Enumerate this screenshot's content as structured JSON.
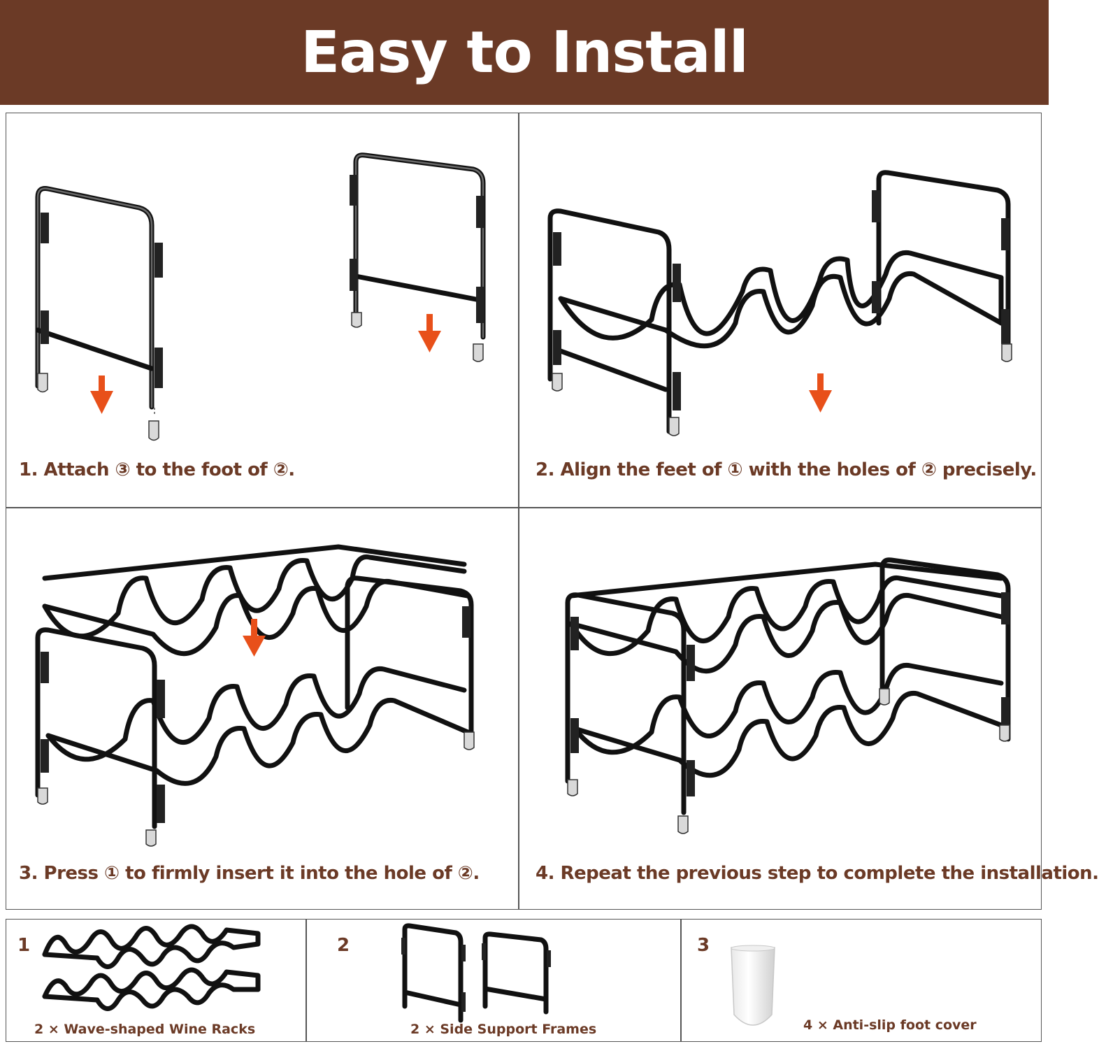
{
  "header": {
    "title": "Easy to Install"
  },
  "colors": {
    "banner": "#6b3a26",
    "text_brown": "#6b3a26",
    "arrow": "#e8501a"
  },
  "steps": [
    {
      "label": "1. Attach ③ to the foot of ②."
    },
    {
      "label": "2. Align the feet of ① with the holes of ② precisely."
    },
    {
      "label": "3. Press ① to firmly insert it into the hole of ②."
    },
    {
      "label": "4. Repeat the previous step to complete the installation."
    }
  ],
  "parts": [
    {
      "number": "1",
      "label": "2 × Wave-shaped Wine Racks"
    },
    {
      "number": "2",
      "label": "2 × Side Support Frames"
    },
    {
      "number": "3",
      "label": "4 × Anti-slip foot cover"
    }
  ]
}
